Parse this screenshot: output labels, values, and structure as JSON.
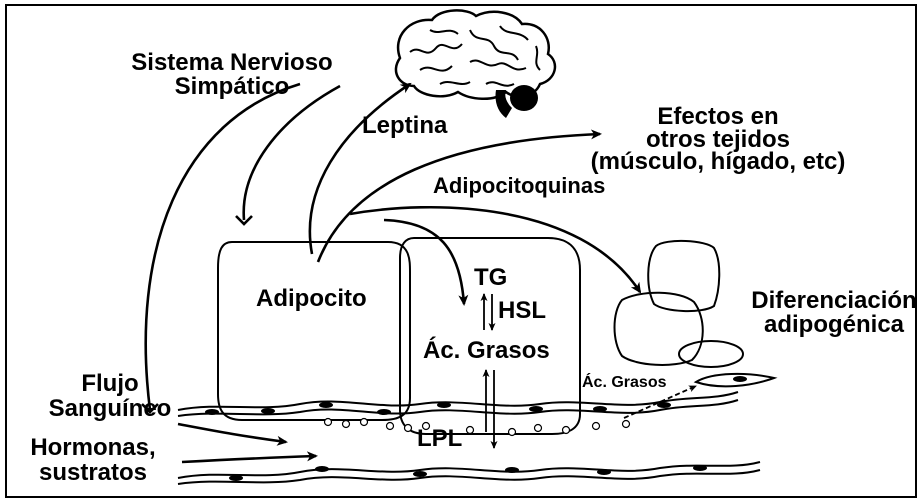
{
  "labels": {
    "sns_line1": "Sistema Nervioso",
    "sns_line2": "Simpático",
    "leptina": "Leptina",
    "efectos_line1": "Efectos en",
    "efectos_line2": "otros tejidos",
    "efectos_line3": "(músculo, hígado, etc)",
    "adipocitoquinas": "Adipocitoquinas",
    "adipocito": "Adipocito",
    "tg": "TG",
    "hsl": "HSL",
    "ac_grasos": "Ác. Grasos",
    "ac_grasos_small": "Ác. Grasos",
    "lpl": "LPL",
    "diferenciacion_line1": "Diferenciación",
    "diferenciacion_line2": "adipogénica",
    "flujo_line1": "Flujo",
    "flujo_line2": "Sanguíneo",
    "hormonas_line1": "Hormonas,",
    "hormonas_line2": "sustratos"
  },
  "icons": {
    "brain": "brain-icon"
  }
}
